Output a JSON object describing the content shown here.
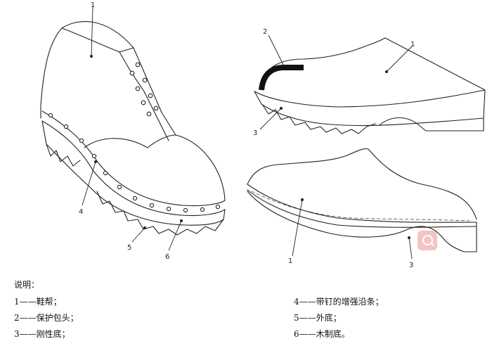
{
  "callouts": {
    "left_1": "1",
    "left_4": "4",
    "left_5": "5",
    "left_6": "6",
    "rt_1": "1",
    "rt_2": "2",
    "rt_3": "3",
    "rb_1": "1",
    "rb_3": "3"
  },
  "legend": {
    "title": "说明：",
    "items": [
      "1——鞋帮；",
      "2——保护包头；",
      "3——刚性底；",
      "4——带钉的增强沿条；",
      "5——外底；",
      "6——木制底。"
    ]
  }
}
